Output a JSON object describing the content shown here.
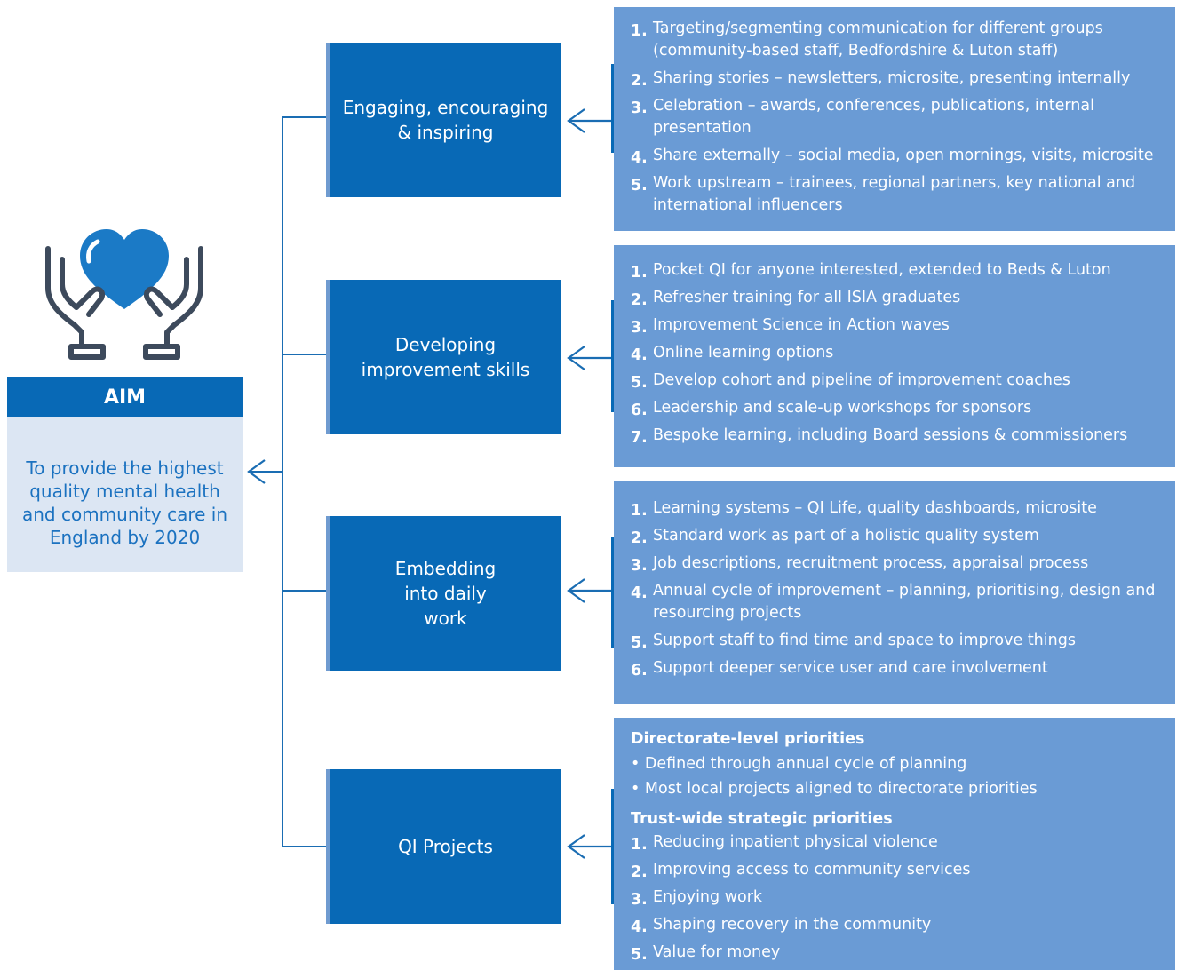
{
  "aim": {
    "heading": "AIM",
    "text": "To provide the highest quality mental health and community care in England by 2020"
  },
  "icon": "heart-in-hands-icon",
  "colors": {
    "primary_blue": "#0869b6",
    "panel_blue": "#6a9bd5",
    "aim_bg": "#dce6f3",
    "aim_text": "#1b72c0",
    "icon_heart": "#1b7ac6",
    "icon_hands": "#3d4a5c"
  },
  "categories": [
    {
      "label": "Engaging, encouraging & inspiring",
      "items": [
        {
          "num": "1.",
          "text": "Targeting/segmenting communication for different groups (community-based staff, Bedfordshire & Luton staff)"
        },
        {
          "num": "2.",
          "text": "Sharing stories – newsletters, microsite, presenting internally"
        },
        {
          "num": "3.",
          "text": "Celebration – awards, conferences, publications, internal presentation"
        },
        {
          "num": "4.",
          "text": "Share externally – social media, open mornings, visits, microsite"
        },
        {
          "num": "5.",
          "text": "Work upstream – trainees, regional partners, key national and international influencers"
        }
      ]
    },
    {
      "label": "Developing improvement skills",
      "items": [
        {
          "num": "1.",
          "text": "Pocket QI for anyone interested, extended to Beds & Luton"
        },
        {
          "num": "2.",
          "text": "Refresher training for all ISIA graduates"
        },
        {
          "num": "3.",
          "text": "Improvement Science in Action waves"
        },
        {
          "num": "4.",
          "text": "Online learning options"
        },
        {
          "num": "5.",
          "text": "Develop cohort and pipeline of improvement coaches"
        },
        {
          "num": "6.",
          "text": "Leadership and scale-up workshops for sponsors"
        },
        {
          "num": "7.",
          "text": "Bespoke learning, including Board sessions & commissioners"
        }
      ]
    },
    {
      "label": "Embedding into daily work",
      "items": [
        {
          "num": "1.",
          "text": "Learning systems – QI Life, quality dashboards, microsite"
        },
        {
          "num": "2.",
          "text": "Standard work as part of a holistic quality system"
        },
        {
          "num": "3.",
          "text": "Job descriptions, recruitment process, appraisal process"
        },
        {
          "num": "4.",
          "text": "Annual cycle of improvement – planning, prioritising, design and resourcing projects"
        },
        {
          "num": "5.",
          "text": "Support staff to find time and space to improve things"
        },
        {
          "num": "6.",
          "text": "Support deeper service user and care involvement"
        }
      ]
    },
    {
      "label": "QI Projects",
      "directorate": {
        "heading": "Directorate-level priorities",
        "bullets": [
          "• Defined through annual cycle of planning",
          "• Most local projects aligned to directorate priorities"
        ]
      },
      "trust": {
        "heading": "Trust-wide strategic priorities",
        "items": [
          {
            "num": "1.",
            "text": "Reducing inpatient physical violence"
          },
          {
            "num": "2.",
            "text": "Improving access to community services"
          },
          {
            "num": "3.",
            "text": "Enjoying work"
          },
          {
            "num": "4.",
            "text": "Shaping recovery in the community"
          },
          {
            "num": "5.",
            "text": "Value for money"
          }
        ]
      }
    }
  ]
}
